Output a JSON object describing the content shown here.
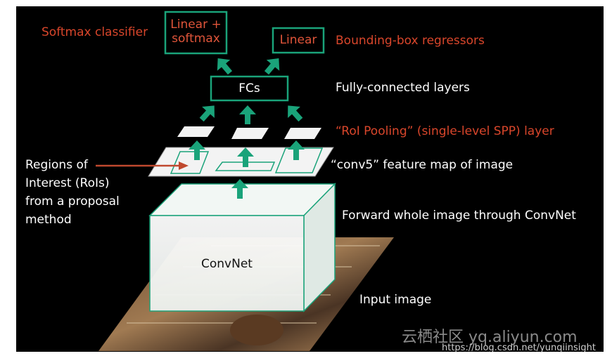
{
  "boxes": {
    "softmax_box": "Linear +\nsoftmax",
    "linear_box": "Linear",
    "fcs_box": "FCs",
    "convnet_box": "ConvNet"
  },
  "labels": {
    "softmax_classifier": "Softmax classifier",
    "bbox_regressors": "Bounding-box  regressors",
    "fc_layers": "Fully-connected layers",
    "roi_pooling": "“RoI Pooling”  (single-level SPP)  layer",
    "conv5": "“conv5” feature map of image",
    "forward": "Forward whole image through ConvNet",
    "input_image": "Input image",
    "rois": "Regions of\nInterest (RoIs)\nfrom a proposal\nmethod"
  },
  "watermark": {
    "site": "云栖社区 yq.aliyun.com",
    "url": "https://blog.csdn.net/yunqiinsight"
  },
  "colors": {
    "background": "#000000",
    "arrow": "#1aa37a",
    "red_text": "#d9462b",
    "box_border": "#1aa37a"
  }
}
